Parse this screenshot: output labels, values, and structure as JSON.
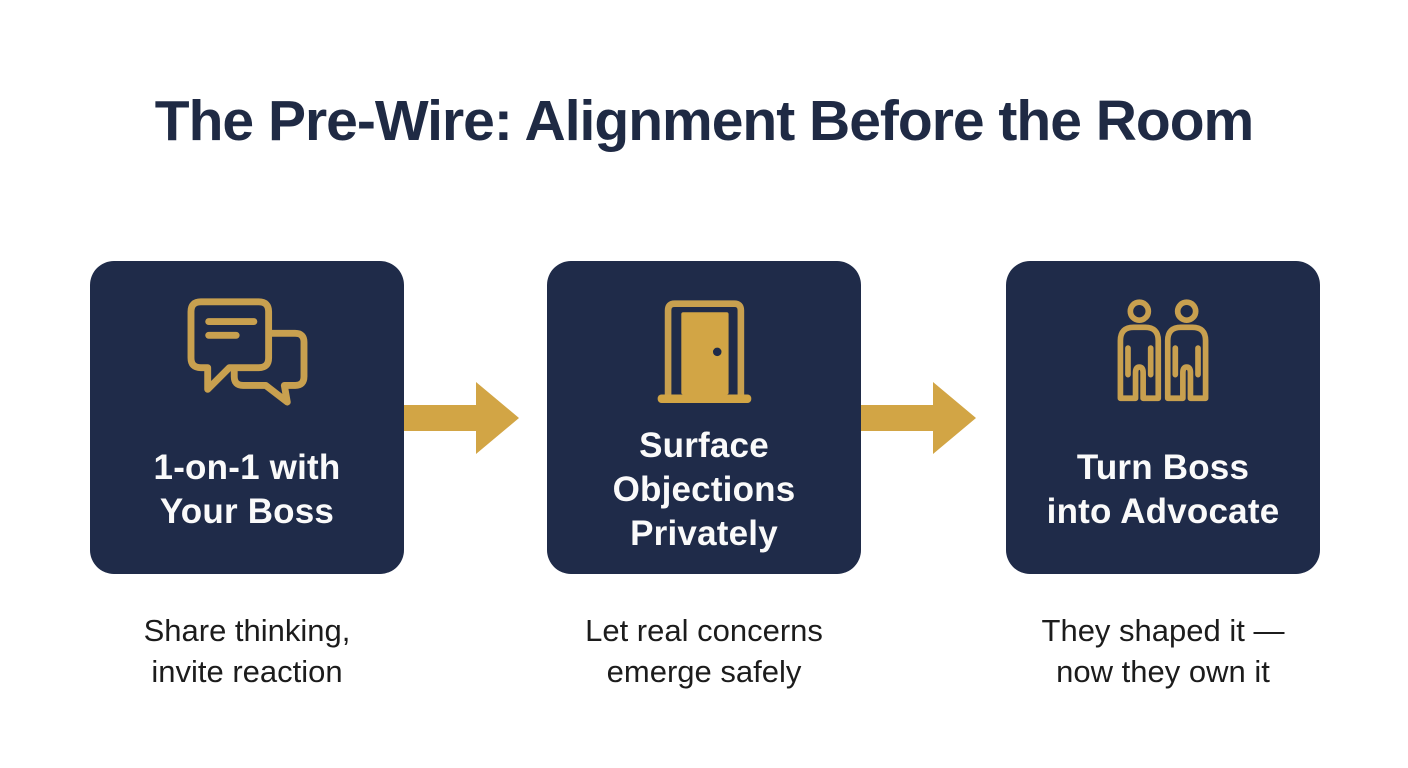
{
  "title": "The Pre-Wire: Alignment Before the Room",
  "steps": [
    {
      "icon": "chat-bubbles-icon",
      "label_lines": [
        "1-on-1 with",
        "Your Boss"
      ],
      "caption_lines": [
        "Share thinking,",
        "invite reaction"
      ]
    },
    {
      "icon": "door-icon",
      "label_lines": [
        "Surface",
        "Objections",
        "Privately"
      ],
      "caption_lines": [
        "Let real concerns",
        "emerge safely"
      ]
    },
    {
      "icon": "two-people-icon",
      "label_lines": [
        "Turn Boss",
        "into Advocate"
      ],
      "caption_lines": [
        "They shaped it —",
        "now they own it"
      ]
    }
  ],
  "colors": {
    "background": "#FFFFFF",
    "card_navy": "#1F2B49",
    "title_navy": "#1F2A44",
    "arrow_gold": "#D2A545",
    "icon_gold": "#C8A04F",
    "card_text": "#FAFAFA",
    "caption_text": "#1C1C1C"
  }
}
